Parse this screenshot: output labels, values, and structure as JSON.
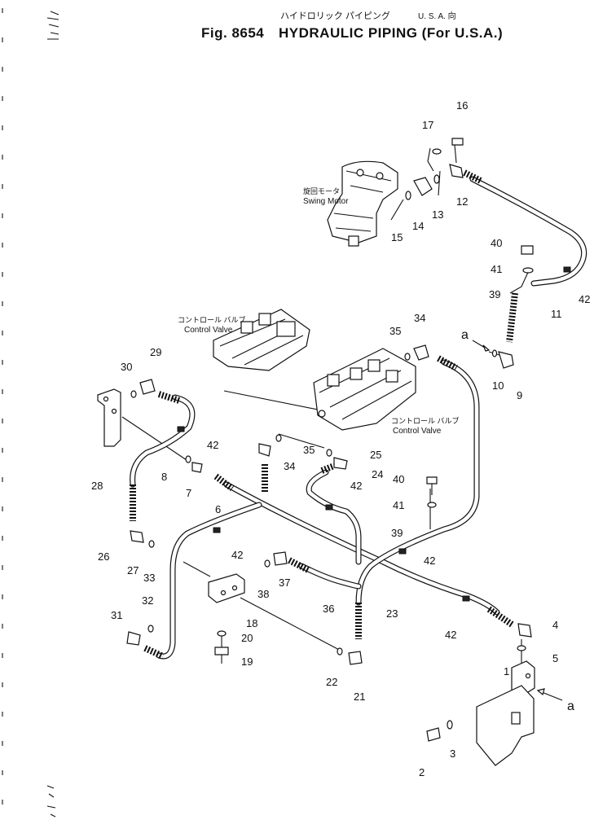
{
  "header": {
    "fig_label": "Fig. 8654",
    "title_jp": "ハイドロリック パイピング",
    "title_jp_right": "U. S. A. 向",
    "title_en": "HYDRAULIC PIPING (For U.S.A.)"
  },
  "components": {
    "swing_motor_jp": "旋回モータ",
    "swing_motor_en": "Swing Motor",
    "control_valve_upper_jp": "コントロール バルブ",
    "control_valve_upper_en": "Control Valve",
    "control_valve_lower_jp": "コントロール バルブ",
    "control_valve_lower_en": "Control Valve"
  },
  "view_marks": {
    "a_top": "a",
    "a_bottom": "a"
  },
  "callouts": {
    "c1": "1",
    "c2": "2",
    "c3": "3",
    "c4": "4",
    "c5": "5",
    "c6": "6",
    "c7": "7",
    "c8": "8",
    "c9": "9",
    "c10": "10",
    "c11": "11",
    "c12": "12",
    "c13": "13",
    "c14": "14",
    "c15": "15",
    "c16": "16",
    "c17": "17",
    "c18": "18",
    "c19": "19",
    "c20": "20",
    "c21": "21",
    "c22": "22",
    "c23": "23",
    "c24": "24",
    "c25": "25",
    "c26": "26",
    "c27": "27",
    "c28": "28",
    "c29": "29",
    "c30": "30",
    "c31": "31",
    "c32": "32",
    "c33": "33",
    "c34a": "34",
    "c34b": "34",
    "c35a": "35",
    "c35b": "35",
    "c36": "36",
    "c37": "37",
    "c38": "38",
    "c39a": "39",
    "c39b": "39",
    "c40a": "40",
    "c40b": "40",
    "c41a": "41",
    "c41b": "41",
    "c42a": "42",
    "c42b": "42",
    "c42c": "42",
    "c42d": "42",
    "c42e": "42",
    "c42f": "42"
  }
}
